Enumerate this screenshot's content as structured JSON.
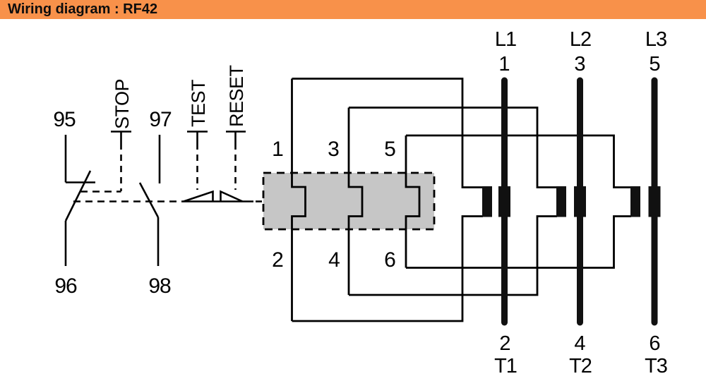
{
  "header": {
    "title": "Wiring diagram : RF42"
  },
  "colors": {
    "accent_orange": "#F8914A",
    "block_gray": "#C6C6C6",
    "line_black": "#000000",
    "background": "#FFFFFF"
  },
  "aux_circuit": {
    "nc_contact": {
      "top_terminal": "95",
      "bottom_terminal": "96"
    },
    "no_contact": {
      "top_terminal": "97",
      "bottom_terminal": "98"
    },
    "buttons": {
      "stop": "STOP",
      "test": "TEST",
      "reset": "RESET"
    }
  },
  "overload_poles": [
    {
      "top_terminal": "1",
      "bottom_terminal": "2"
    },
    {
      "top_terminal": "3",
      "bottom_terminal": "4"
    },
    {
      "top_terminal": "5",
      "bottom_terminal": "6"
    }
  ],
  "power_lines": [
    {
      "line": "L1",
      "in_terminal": "1",
      "out_terminal": "2",
      "t_terminal": "T1"
    },
    {
      "line": "L2",
      "in_terminal": "3",
      "out_terminal": "4",
      "t_terminal": "T2"
    },
    {
      "line": "L3",
      "in_terminal": "5",
      "out_terminal": "6",
      "t_terminal": "T3"
    }
  ]
}
